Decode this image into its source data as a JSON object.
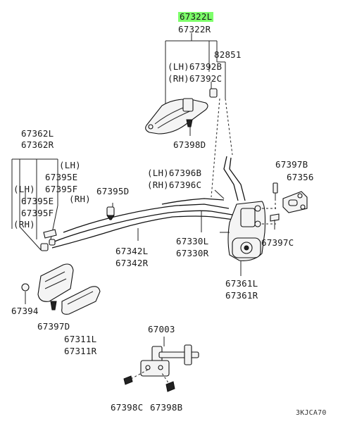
{
  "labels": {
    "p67322l": "67322L",
    "p67322r": "67322R",
    "p82851": "82851",
    "p67392b": "(LH)67392B",
    "p67392c": "(RH)67392C",
    "p67398d": "67398D",
    "p67362l": "67362L",
    "p67362r": "67362R",
    "lh1": "(LH)",
    "p67395e_a": "67395E",
    "lh2": "(LH)",
    "p67395f_a": "67395F",
    "rh1": "(RH)",
    "p67395e_b": "67395E",
    "p67395f_b": "67395F",
    "rh2": "(RH)",
    "p67395d": "67395D",
    "p67396b": "(LH)67396B",
    "p67396c": "(RH)67396C",
    "p67397b": "67397B",
    "p67356": "67356",
    "p67397c": "67397C",
    "p67330l": "67330L",
    "p67330r": "67330R",
    "p67342l": "67342L",
    "p67342r": "67342R",
    "p67361l": "67361L",
    "p67361r": "67361R",
    "p67394": "67394",
    "p67397d": "67397D",
    "p67311l": "67311L",
    "p67311r": "67311R",
    "p67003": "67003",
    "p67398c": "67398C",
    "p67398b": "67398B",
    "diagram_code": "3KJCA70"
  },
  "colors": {
    "highlight": "#7dff6a",
    "line": "#222222"
  }
}
